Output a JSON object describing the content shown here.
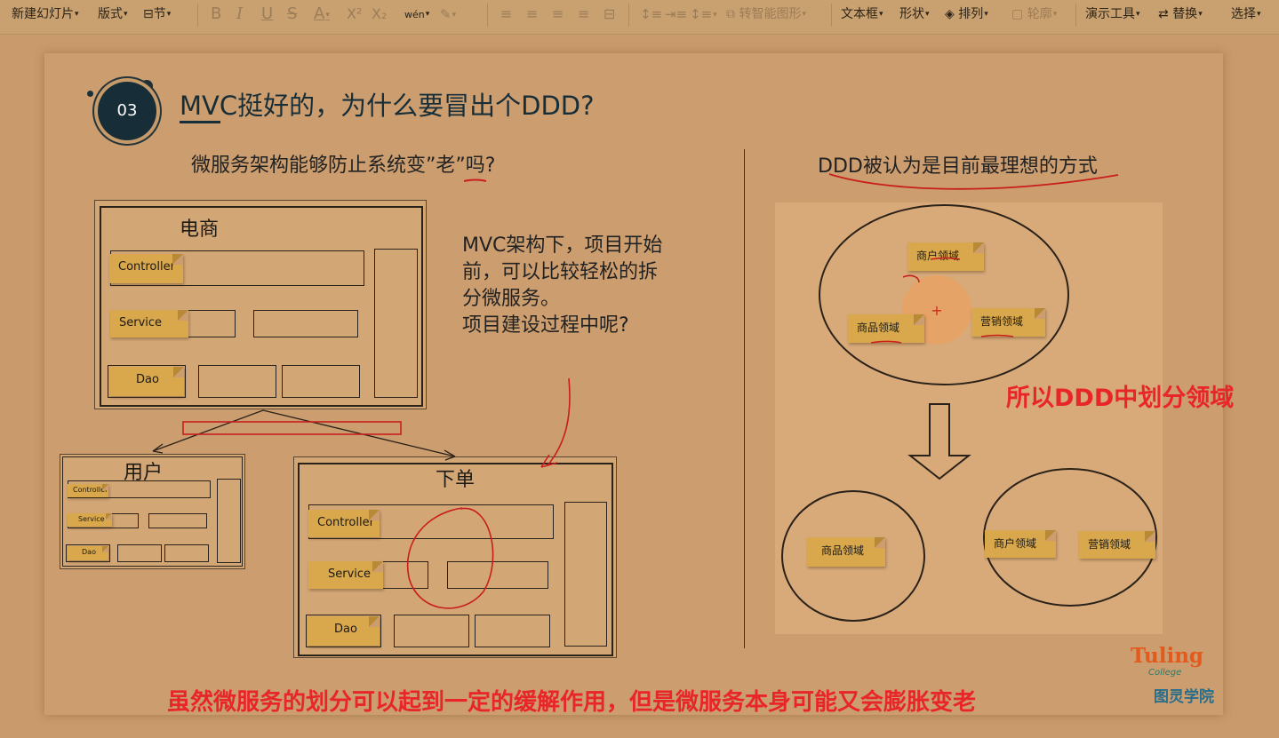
{
  "toolbar": {
    "new_slide": "新建幻灯片",
    "layout": "版式",
    "section": "节",
    "bold": "B",
    "italic": "I",
    "underline": "U",
    "strike": "S",
    "font_color": "A",
    "superscript": "X²",
    "subscript": "X₂",
    "phonetic": "wén",
    "highlight": "✎",
    "smart_shape": "转智能图形",
    "text_box": "文本框",
    "shape": "形状",
    "arrange": "排列",
    "outline": "轮廓",
    "present_tools": "演示工具",
    "replace": "替换",
    "select": "选择"
  },
  "slide": {
    "number": "03",
    "title": "MVC挺好的，为什么要冒出个DDD?",
    "left_question": "微服务架构能够防止系统变”老”吗?",
    "right_heading": "DDD被认为是目前最理想的方式",
    "explain_lines": [
      "MVC架构下，项目开始",
      "前，可以比较轻松的拆",
      "分微服务。",
      "项目建设过程中呢?"
    ],
    "modules": {
      "ecommerce": "电商",
      "user": "用户",
      "order": "下单"
    },
    "layers": {
      "controller": "Controller",
      "service": "Service",
      "dao": "Dao"
    },
    "domains": {
      "merchant": "商户领域",
      "product": "商品领域",
      "marketing": "营销领域"
    },
    "red_caption_right": "所以DDD中划分领域",
    "red_caption_bottom": "虽然微服务的划分可以起到一定的缓解作用，但是微服务本身可能又会膨胀变老",
    "logo_en": "Tuling",
    "logo_sub": "College",
    "logo_cn": "图灵学院"
  },
  "colors": {
    "background": "#c89a6c",
    "slide": "#cc9d6f",
    "badge": "#172e38",
    "note": "#d9a84c",
    "annotation_red": "#c81e1e",
    "caption_red": "#e8262a"
  }
}
